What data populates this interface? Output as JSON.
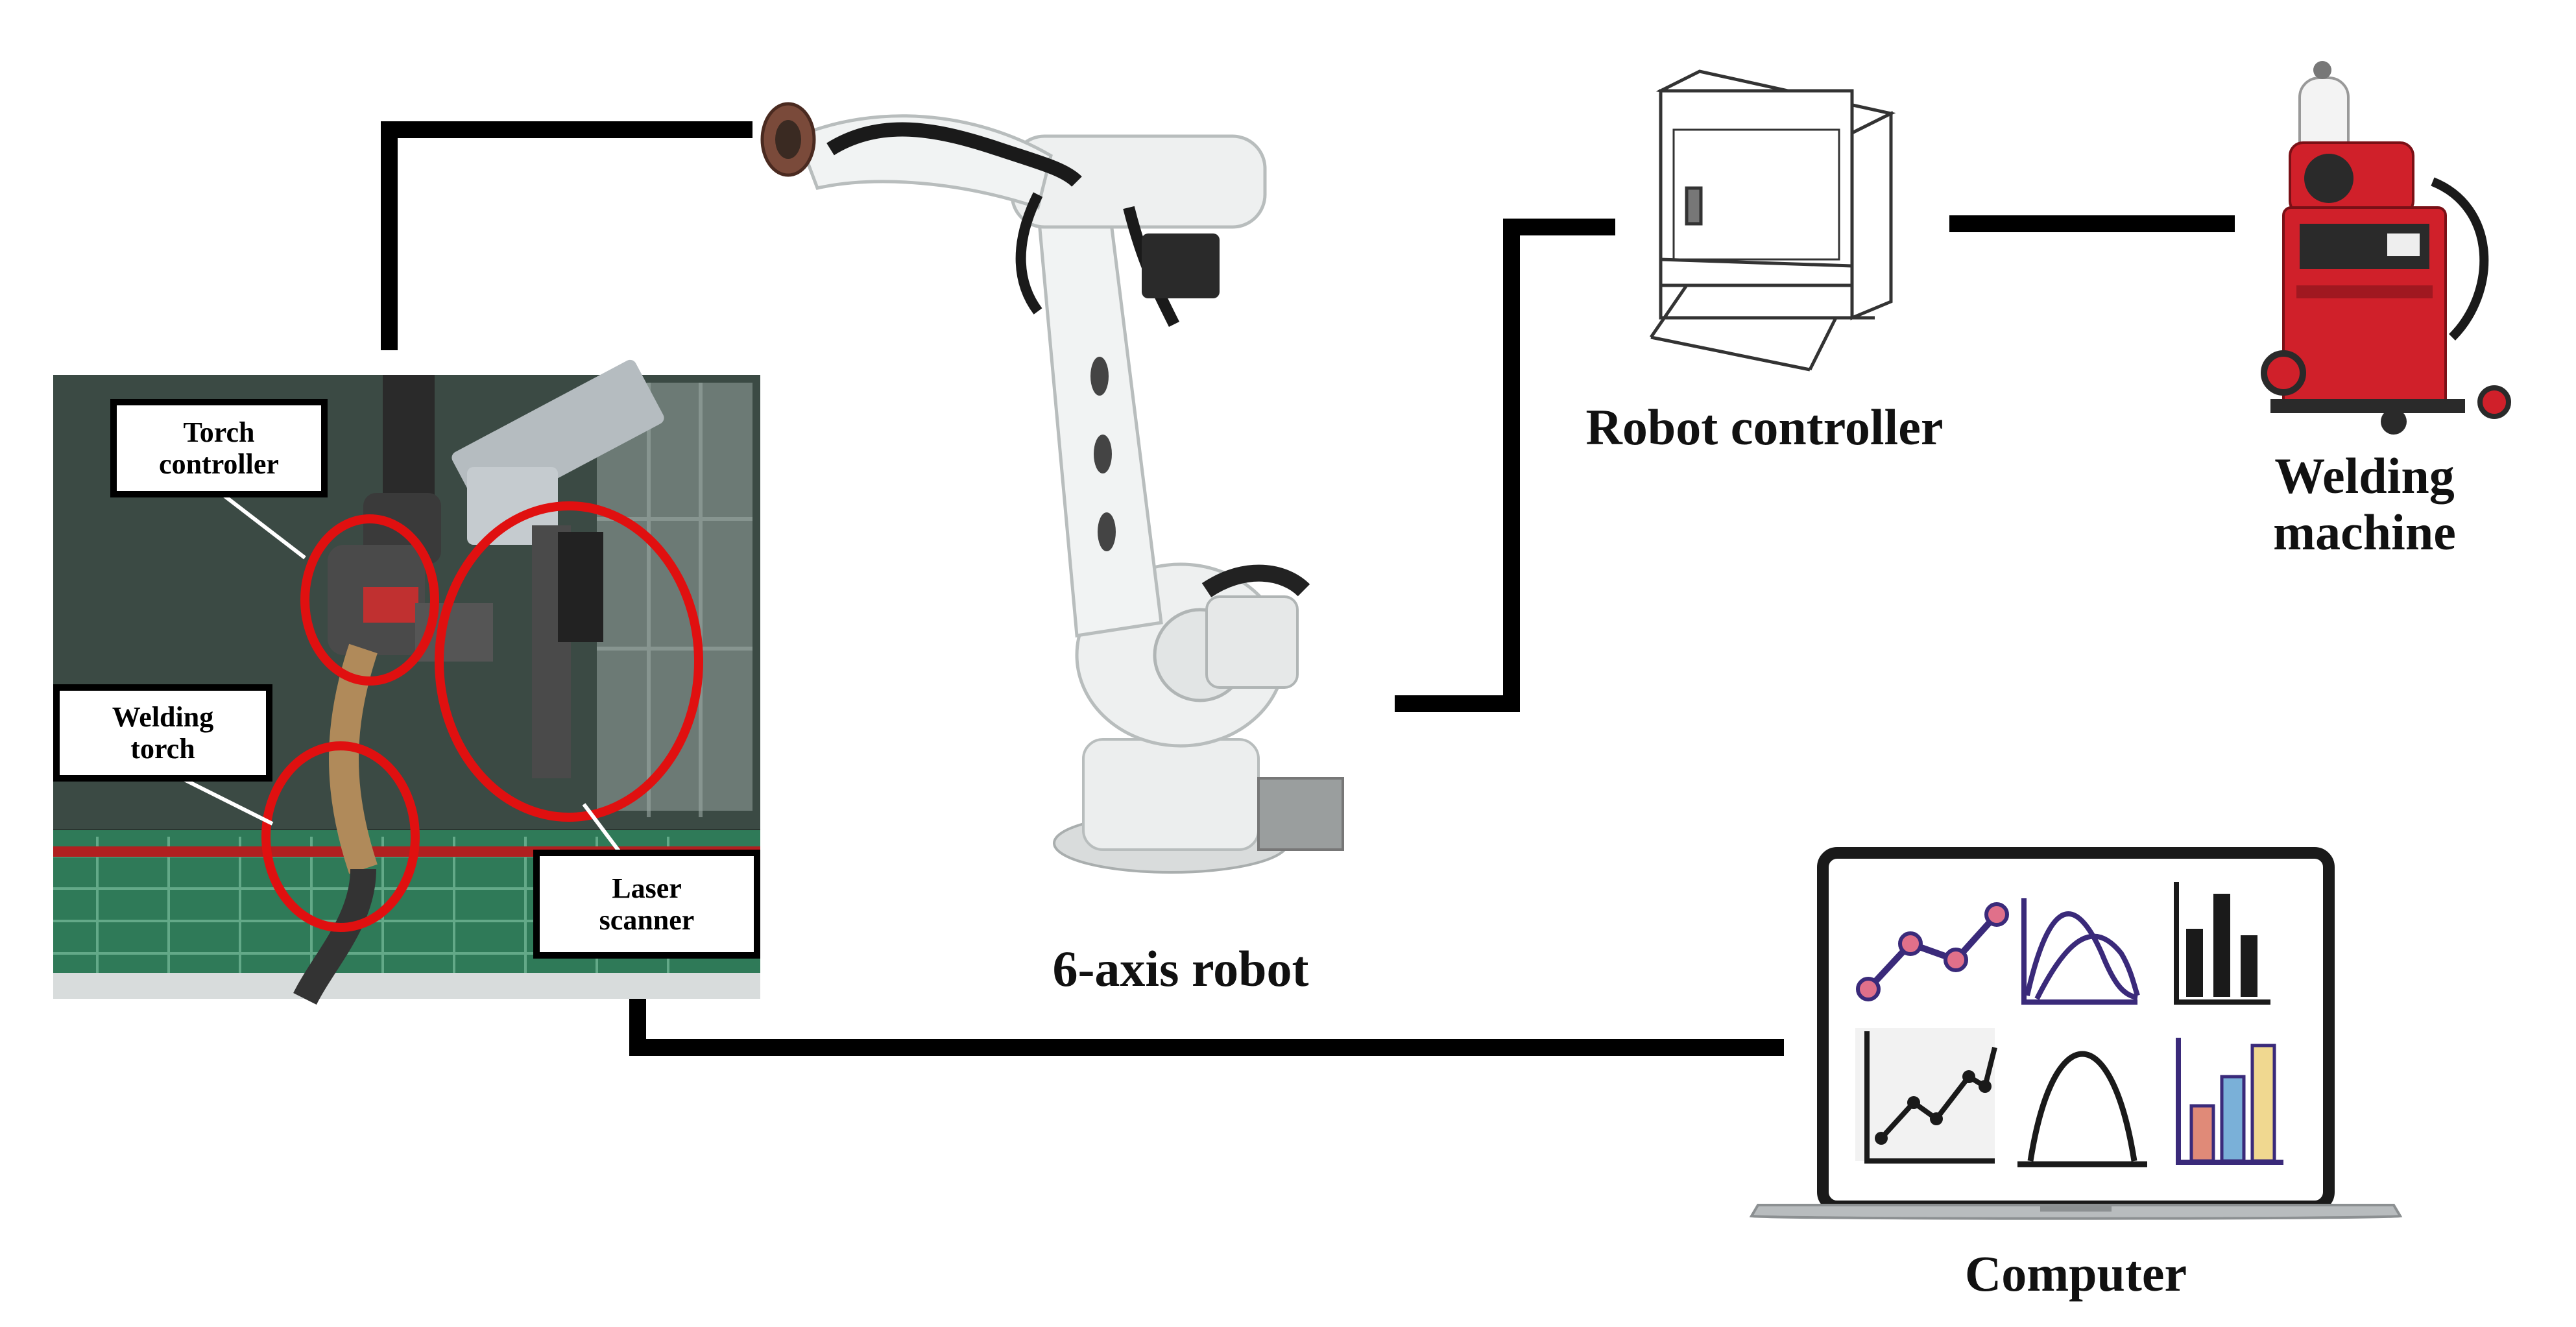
{
  "labels": {
    "torch_controller": "Torch controller",
    "welding_torch": "Welding torch",
    "laser_scanner": "Laser scanner",
    "robot": "6-axis robot",
    "robot_controller": "Robot controller",
    "welding_machine": "Welding machine",
    "computer": "Computer"
  },
  "colors": {
    "connector": "#000000",
    "highlight_circle": "#e01010",
    "welding_machine_red": "#d0202a",
    "robot_white": "#eef0f0"
  },
  "icons": [
    "line-chart-icon",
    "distribution-curve-icon",
    "bar-chart-icon",
    "trend-chart-icon",
    "bell-curve-icon",
    "color-bar-chart-icon"
  ]
}
